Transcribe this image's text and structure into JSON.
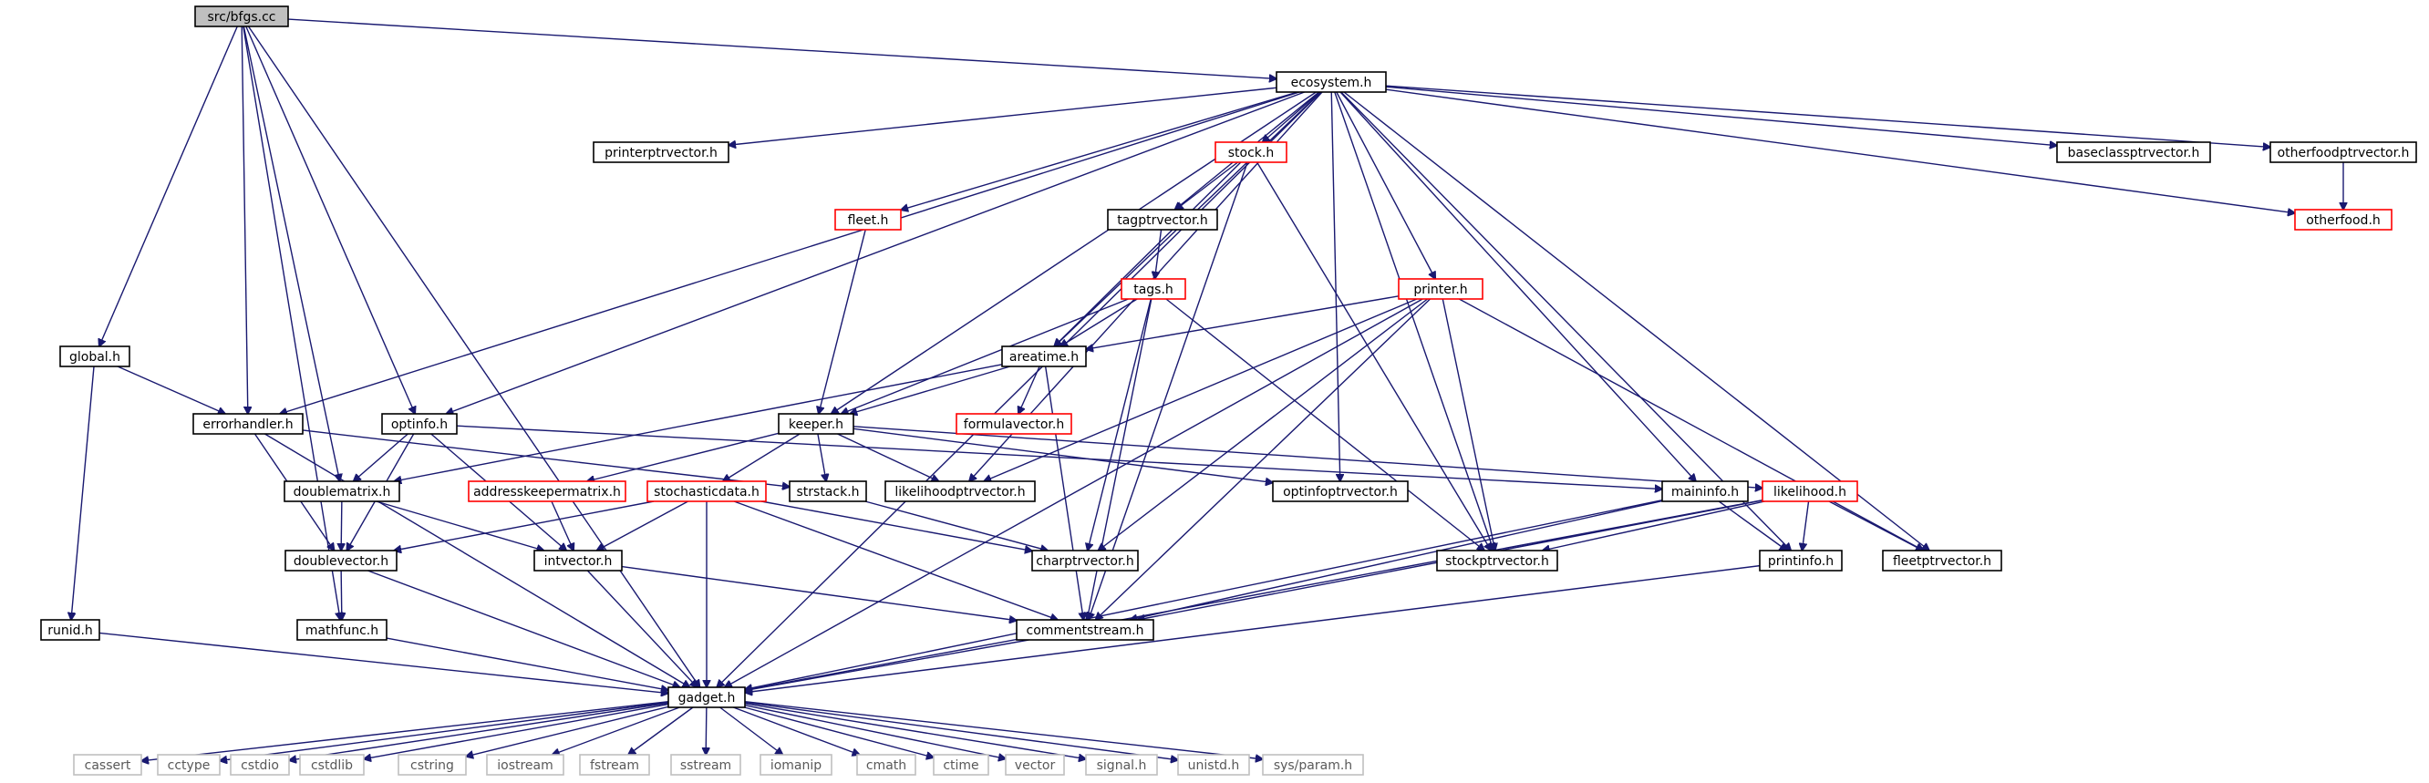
{
  "nodes": [
    {
      "id": "bfgs",
      "label": "src/bfgs.cc",
      "style": "root"
    },
    {
      "id": "ecosystem",
      "label": "ecosystem.h",
      "style": "normal"
    },
    {
      "id": "printerptrvector",
      "label": "printerptrvector.h",
      "style": "normal"
    },
    {
      "id": "stock",
      "label": "stock.h",
      "style": "red"
    },
    {
      "id": "baseclassptrvector",
      "label": "baseclassptrvector.h",
      "style": "normal"
    },
    {
      "id": "otherfoodptrvector",
      "label": "otherfoodptrvector.h",
      "style": "normal"
    },
    {
      "id": "fleet",
      "label": "fleet.h",
      "style": "red"
    },
    {
      "id": "tagptrvector",
      "label": "tagptrvector.h",
      "style": "normal"
    },
    {
      "id": "otherfood",
      "label": "otherfood.h",
      "style": "red"
    },
    {
      "id": "tags",
      "label": "tags.h",
      "style": "red"
    },
    {
      "id": "printer",
      "label": "printer.h",
      "style": "red"
    },
    {
      "id": "global",
      "label": "global.h",
      "style": "normal"
    },
    {
      "id": "areatime",
      "label": "areatime.h",
      "style": "normal"
    },
    {
      "id": "errorhandler",
      "label": "errorhandler.h",
      "style": "normal"
    },
    {
      "id": "optinfo",
      "label": "optinfo.h",
      "style": "normal"
    },
    {
      "id": "keeper",
      "label": "keeper.h",
      "style": "normal"
    },
    {
      "id": "formulavector",
      "label": "formulavector.h",
      "style": "red"
    },
    {
      "id": "doublematrix",
      "label": "doublematrix.h",
      "style": "normal"
    },
    {
      "id": "addresskeepermatrix",
      "label": "addresskeepermatrix.h",
      "style": "red"
    },
    {
      "id": "stochasticdata",
      "label": "stochasticdata.h",
      "style": "red"
    },
    {
      "id": "strstack",
      "label": "strstack.h",
      "style": "normal"
    },
    {
      "id": "likelihoodptrvector",
      "label": "likelihoodptrvector.h",
      "style": "normal"
    },
    {
      "id": "optinfoptrvector",
      "label": "optinfoptrvector.h",
      "style": "normal"
    },
    {
      "id": "maininfo",
      "label": "maininfo.h",
      "style": "normal"
    },
    {
      "id": "likelihood",
      "label": "likelihood.h",
      "style": "red"
    },
    {
      "id": "doublevector",
      "label": "doublevector.h",
      "style": "normal"
    },
    {
      "id": "intvector",
      "label": "intvector.h",
      "style": "normal"
    },
    {
      "id": "charptrvector",
      "label": "charptrvector.h",
      "style": "normal"
    },
    {
      "id": "stockptrvector",
      "label": "stockptrvector.h",
      "style": "normal"
    },
    {
      "id": "printinfo",
      "label": "printinfo.h",
      "style": "normal"
    },
    {
      "id": "fleetptrvector",
      "label": "fleetptrvector.h",
      "style": "normal"
    },
    {
      "id": "runid",
      "label": "runid.h",
      "style": "normal"
    },
    {
      "id": "mathfunc",
      "label": "mathfunc.h",
      "style": "normal"
    },
    {
      "id": "commentstream",
      "label": "commentstream.h",
      "style": "normal"
    },
    {
      "id": "gadget",
      "label": "gadget.h",
      "style": "normal"
    },
    {
      "id": "cassert",
      "label": "cassert",
      "style": "sys"
    },
    {
      "id": "cctype",
      "label": "cctype",
      "style": "sys"
    },
    {
      "id": "cstdio",
      "label": "cstdio",
      "style": "sys"
    },
    {
      "id": "cstdlib",
      "label": "cstdlib",
      "style": "sys"
    },
    {
      "id": "cstring",
      "label": "cstring",
      "style": "sys"
    },
    {
      "id": "iostream",
      "label": "iostream",
      "style": "sys"
    },
    {
      "id": "fstream",
      "label": "fstream",
      "style": "sys"
    },
    {
      "id": "sstream",
      "label": "sstream",
      "style": "sys"
    },
    {
      "id": "iomanip",
      "label": "iomanip",
      "style": "sys"
    },
    {
      "id": "cmath",
      "label": "cmath",
      "style": "sys"
    },
    {
      "id": "ctime",
      "label": "ctime",
      "style": "sys"
    },
    {
      "id": "vector",
      "label": "vector",
      "style": "sys"
    },
    {
      "id": "signal",
      "label": "signal.h",
      "style": "sys"
    },
    {
      "id": "unistd",
      "label": "unistd.h",
      "style": "sys"
    },
    {
      "id": "sysparam",
      "label": "sys/param.h",
      "style": "sys"
    }
  ],
  "edges": [
    [
      "bfgs",
      "ecosystem"
    ],
    [
      "bfgs",
      "global"
    ],
    [
      "bfgs",
      "errorhandler"
    ],
    [
      "bfgs",
      "doublematrix"
    ],
    [
      "bfgs",
      "optinfo"
    ],
    [
      "bfgs",
      "mathfunc"
    ],
    [
      "bfgs",
      "gadget"
    ],
    [
      "ecosystem",
      "printerptrvector"
    ],
    [
      "ecosystem",
      "stock"
    ],
    [
      "ecosystem",
      "baseclassptrvector"
    ],
    [
      "ecosystem",
      "otherfoodptrvector"
    ],
    [
      "ecosystem",
      "fleet"
    ],
    [
      "ecosystem",
      "tagptrvector"
    ],
    [
      "ecosystem",
      "otherfood"
    ],
    [
      "ecosystem",
      "printer"
    ],
    [
      "ecosystem",
      "areatime"
    ],
    [
      "ecosystem",
      "errorhandler"
    ],
    [
      "ecosystem",
      "optinfo"
    ],
    [
      "ecosystem",
      "keeper"
    ],
    [
      "ecosystem",
      "likelihoodptrvector"
    ],
    [
      "ecosystem",
      "optinfoptrvector"
    ],
    [
      "ecosystem",
      "maininfo"
    ],
    [
      "ecosystem",
      "stockptrvector"
    ],
    [
      "ecosystem",
      "printinfo"
    ],
    [
      "ecosystem",
      "fleetptrvector"
    ],
    [
      "ecosystem",
      "gadget"
    ],
    [
      "otherfoodptrvector",
      "otherfood"
    ],
    [
      "stock",
      "tagptrvector"
    ],
    [
      "stock",
      "areatime"
    ],
    [
      "stock",
      "commentstream"
    ],
    [
      "stock",
      "stockptrvector"
    ],
    [
      "fleet",
      "keeper"
    ],
    [
      "tagptrvector",
      "tags"
    ],
    [
      "tags",
      "areatime"
    ],
    [
      "tags",
      "keeper"
    ],
    [
      "tags",
      "charptrvector"
    ],
    [
      "tags",
      "commentstream"
    ],
    [
      "tags",
      "stockptrvector"
    ],
    [
      "printer",
      "areatime"
    ],
    [
      "printer",
      "likelihoodptrvector"
    ],
    [
      "printer",
      "charptrvector"
    ],
    [
      "printer",
      "commentstream"
    ],
    [
      "printer",
      "stockptrvector"
    ],
    [
      "printer",
      "fleetptrvector"
    ],
    [
      "printer",
      "gadget"
    ],
    [
      "global",
      "errorhandler"
    ],
    [
      "global",
      "runid"
    ],
    [
      "areatime",
      "formulavector"
    ],
    [
      "areatime",
      "keeper"
    ],
    [
      "areatime",
      "doublematrix"
    ],
    [
      "areatime",
      "commentstream"
    ],
    [
      "errorhandler",
      "doublevector"
    ],
    [
      "errorhandler",
      "strstack"
    ],
    [
      "errorhandler",
      "gadget"
    ],
    [
      "optinfo",
      "doublematrix"
    ],
    [
      "optinfo",
      "doublevector"
    ],
    [
      "optinfo",
      "intvector"
    ],
    [
      "optinfo",
      "maininfo"
    ],
    [
      "keeper",
      "addresskeepermatrix"
    ],
    [
      "keeper",
      "stochasticdata"
    ],
    [
      "keeper",
      "strstack"
    ],
    [
      "keeper",
      "likelihoodptrvector"
    ],
    [
      "keeper",
      "optinfoptrvector"
    ],
    [
      "keeper",
      "likelihood"
    ],
    [
      "doublematrix",
      "doublevector"
    ],
    [
      "doublematrix",
      "intvector"
    ],
    [
      "addresskeepermatrix",
      "intvector"
    ],
    [
      "stochasticdata",
      "doublevector"
    ],
    [
      "stochasticdata",
      "intvector"
    ],
    [
      "stochasticdata",
      "charptrvector"
    ],
    [
      "stochasticdata",
      "commentstream"
    ],
    [
      "stochasticdata",
      "gadget"
    ],
    [
      "strstack",
      "charptrvector"
    ],
    [
      "maininfo",
      "printinfo"
    ],
    [
      "maininfo",
      "commentstream"
    ],
    [
      "maininfo",
      "gadget"
    ],
    [
      "likelihood",
      "stockptrvector"
    ],
    [
      "likelihood",
      "printinfo"
    ],
    [
      "likelihood",
      "fleetptrvector"
    ],
    [
      "likelihood",
      "commentstream"
    ],
    [
      "likelihood",
      "gadget"
    ],
    [
      "doublevector",
      "mathfunc"
    ],
    [
      "doublevector",
      "gadget"
    ],
    [
      "intvector",
      "commentstream"
    ],
    [
      "intvector",
      "gadget"
    ],
    [
      "printinfo",
      "gadget"
    ],
    [
      "runid",
      "gadget"
    ],
    [
      "mathfunc",
      "gadget"
    ],
    [
      "commentstream",
      "gadget"
    ],
    [
      "gadget",
      "cassert"
    ],
    [
      "gadget",
      "cctype"
    ],
    [
      "gadget",
      "cstdio"
    ],
    [
      "gadget",
      "cstdlib"
    ],
    [
      "gadget",
      "cstring"
    ],
    [
      "gadget",
      "iostream"
    ],
    [
      "gadget",
      "fstream"
    ],
    [
      "gadget",
      "sstream"
    ],
    [
      "gadget",
      "iomanip"
    ],
    [
      "gadget",
      "cmath"
    ],
    [
      "gadget",
      "ctime"
    ],
    [
      "gadget",
      "vector"
    ],
    [
      "gadget",
      "signal"
    ],
    [
      "gadget",
      "unistd"
    ],
    [
      "gadget",
      "sysparam"
    ]
  ]
}
